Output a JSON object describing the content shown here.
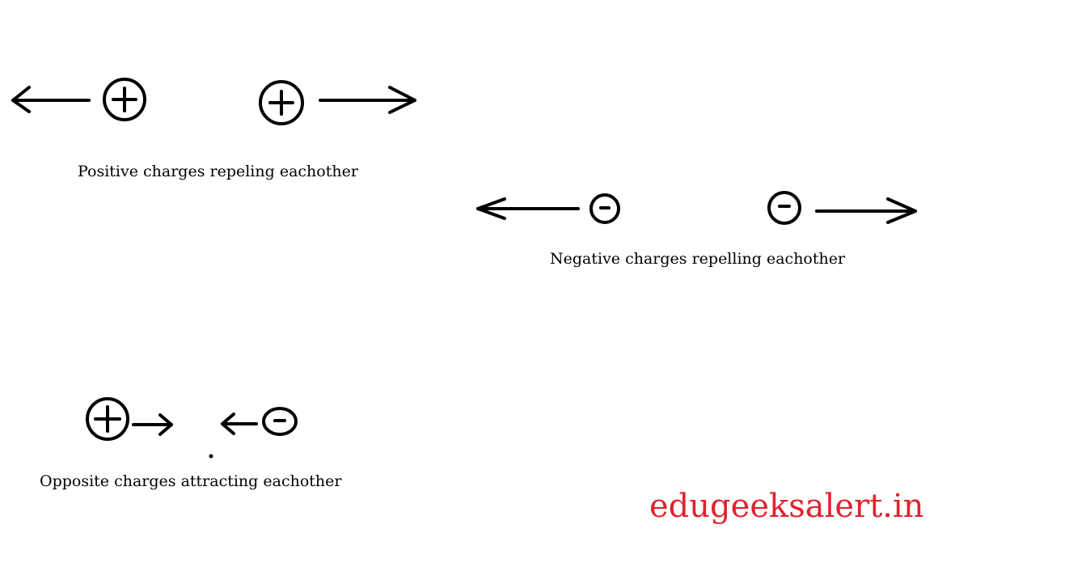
{
  "captions": {
    "positive_repel": "Positive charges repeling eachother",
    "negative_repel": "Negative charges repelling eachother",
    "opposite_attract": "Opposite charges attracting eachother"
  },
  "watermark": {
    "text": "edugeeksalert.in",
    "color": "#e0232e"
  },
  "stroke_color": "#000000",
  "charge_signs": {
    "positive": "+",
    "negative": "-"
  }
}
